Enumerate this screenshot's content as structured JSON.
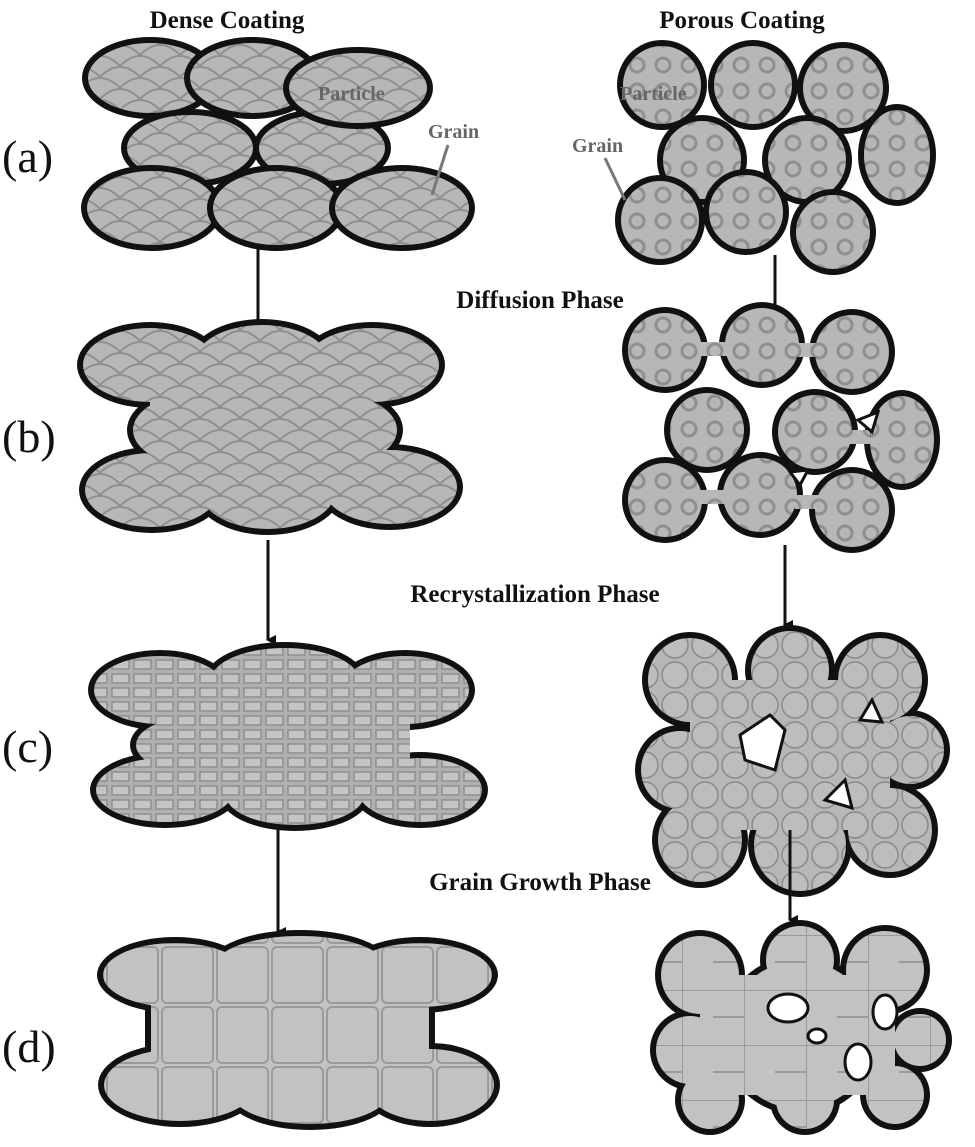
{
  "headers": {
    "dense": "Dense Coating",
    "porous": "Porous Coating"
  },
  "panels": {
    "a": "(a)",
    "b": "(b)",
    "c": "(c)",
    "d": "(d)"
  },
  "phases": {
    "diffusion": "Diffusion Phase",
    "recrystallization": "Recrystallization Phase",
    "grain_growth": "Grain Growth Phase"
  },
  "annotations": {
    "dense_particle": "Particle",
    "dense_grain": "Grain",
    "porous_particle": "Particle",
    "porous_grain": "Grain"
  },
  "colors": {
    "fill": "#b7b7b7",
    "outline": "#111111",
    "grain_line": "#8a8a8a",
    "pore": "#ffffff"
  }
}
